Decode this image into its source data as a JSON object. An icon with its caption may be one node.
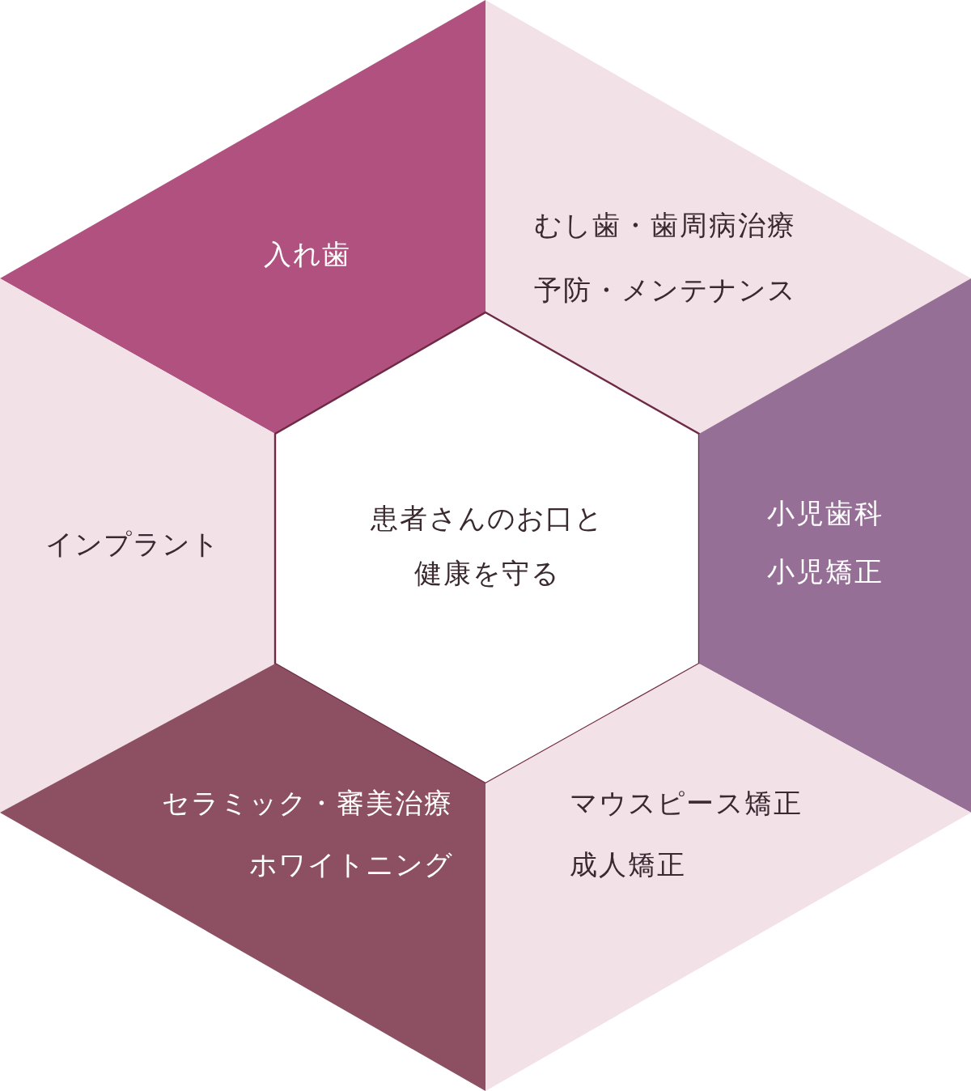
{
  "diagram": {
    "nodes": [
      {
        "text": [
          "入れ歯"
        ]
      },
      {
        "text": [
          "むし歯・歯周病治療",
          "予防・メンテナンス"
        ]
      },
      {
        "text": [
          "インプラント"
        ]
      },
      {
        "text": [
          "患者さんのお口と健康を守る"
        ]
      },
      {
        "text": [
          "小児歯科",
          "小児矯正"
        ]
      },
      {
        "text": [
          "セラミック・審美治療",
          "ホワイトニング"
        ]
      },
      {
        "text": [
          "マウスピース矯正",
          "成人矯正"
        ]
      }
    ]
  }
}
